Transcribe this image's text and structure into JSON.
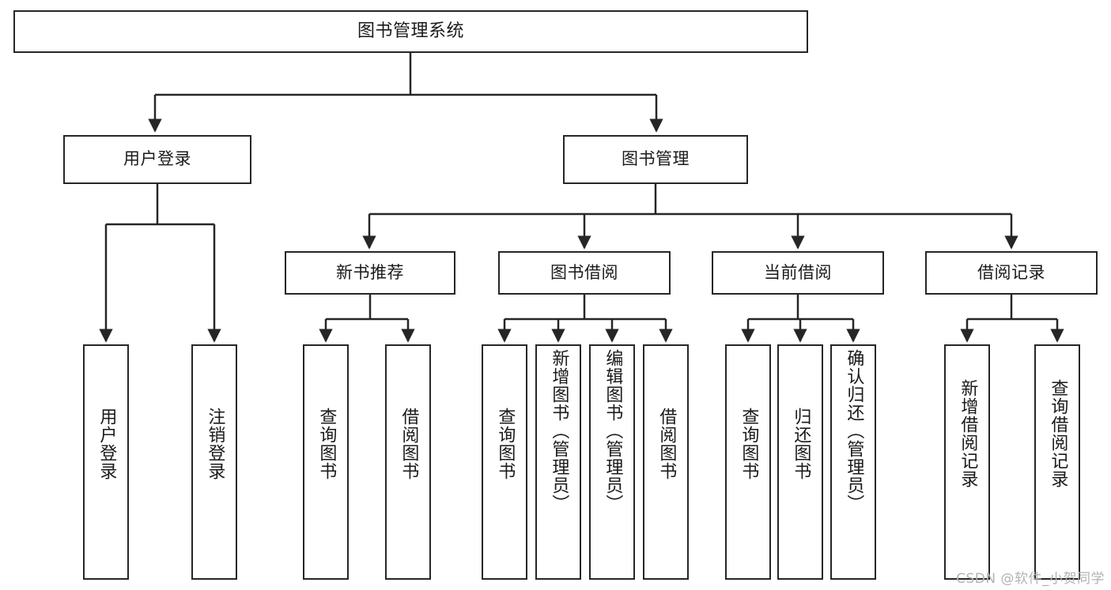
{
  "diagram": {
    "type": "tree-hierarchy",
    "title": "图书管理系统",
    "root": {
      "label": "图书管理系统",
      "orientation": "horizontal"
    },
    "level1": [
      {
        "label": "用户登录",
        "orientation": "horizontal"
      },
      {
        "label": "图书管理",
        "orientation": "horizontal"
      }
    ],
    "level2": [
      {
        "label": "新书推荐",
        "orientation": "horizontal",
        "parent": "图书管理"
      },
      {
        "label": "图书借阅",
        "orientation": "horizontal",
        "parent": "图书管理"
      },
      {
        "label": "当前借阅",
        "orientation": "horizontal",
        "parent": "图书管理"
      },
      {
        "label": "借阅记录",
        "orientation": "horizontal",
        "parent": "图书管理"
      }
    ],
    "leaves": {
      "user_login": [
        {
          "label": "用户登录",
          "orientation": "vertical"
        },
        {
          "label": "注销登录",
          "orientation": "vertical"
        }
      ],
      "new_book_recommend": [
        {
          "label": "查询图书",
          "orientation": "vertical"
        },
        {
          "label": "借阅图书",
          "orientation": "vertical"
        }
      ],
      "book_borrow": [
        {
          "label": "查询图书",
          "orientation": "vertical"
        },
        {
          "label": "新增图书（管理员）",
          "orientation": "vertical"
        },
        {
          "label": "编辑图书（管理员）",
          "orientation": "vertical"
        },
        {
          "label": "借阅图书",
          "orientation": "vertical"
        }
      ],
      "current_borrow": [
        {
          "label": "查询图书",
          "orientation": "vertical"
        },
        {
          "label": "归还图书",
          "orientation": "vertical"
        },
        {
          "label": "确认归还（管理员）",
          "orientation": "vertical"
        }
      ],
      "borrow_record": [
        {
          "label": "新增借阅记录",
          "orientation": "vertical"
        },
        {
          "label": "查询借阅记录",
          "orientation": "vertical"
        }
      ]
    },
    "colors": {
      "stroke": "#262626",
      "fill": "#ffffff",
      "text": "#1a1a1a",
      "watermark": "#b3b3b3"
    }
  },
  "watermark": {
    "text": "CSDN @软件_小贺同学"
  }
}
